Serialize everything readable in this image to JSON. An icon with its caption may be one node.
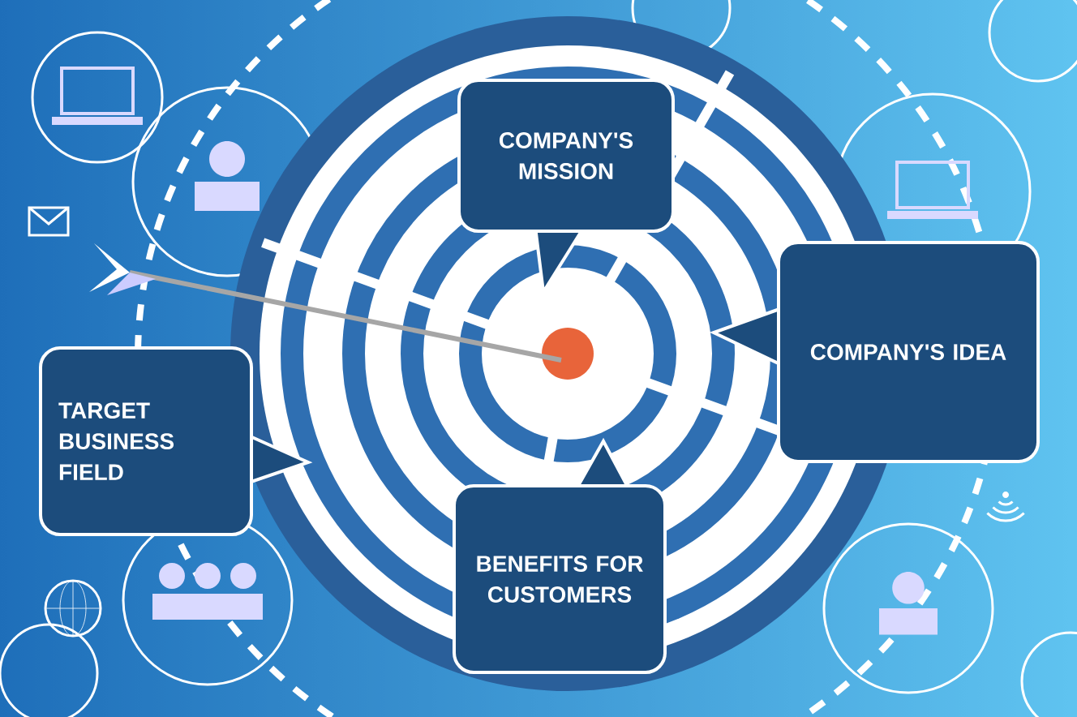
{
  "diagram": {
    "nodes": [
      {
        "text": [
          "COMPANY'S MISSION"
        ]
      },
      {
        "text": [
          "COMPANY'S IDEA"
        ]
      },
      {
        "text": [
          "TARGET BUSINESS FIELD"
        ]
      },
      {
        "text": [
          "BENEFITS FOR CUSTOMERS"
        ]
      }
    ]
  }
}
